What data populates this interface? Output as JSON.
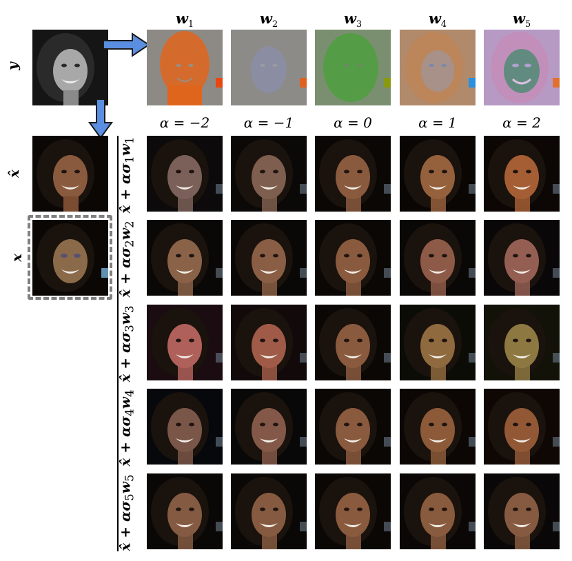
{
  "input": {
    "label": "y"
  },
  "mean": {
    "label": "x̂"
  },
  "truth": {
    "label": "x"
  },
  "direction_headers": [
    "w",
    "w",
    "w",
    "w",
    "w"
  ],
  "direction_subscripts": [
    "1",
    "2",
    "3",
    "4",
    "5"
  ],
  "alpha_labels": [
    "α = −2",
    "α = −1",
    "α = 0",
    "α = 1",
    "α = 2"
  ],
  "row_labels": [
    {
      "base": "x̂ + ασ",
      "sub1": "1",
      "w": "w",
      "sub2": "1"
    },
    {
      "base": "x̂ + ασ",
      "sub1": "2",
      "w": "w",
      "sub2": "2"
    },
    {
      "base": "x̂ + ασ",
      "sub1": "3",
      "w": "w",
      "sub2": "3"
    },
    {
      "base": "x̂ + ασ",
      "sub1": "4",
      "w": "w",
      "sub2": "4"
    },
    {
      "base": "x̂ + ασ",
      "sub1": "5",
      "w": "w",
      "sub2": "5"
    }
  ],
  "colors": {
    "w1_tint": "#e06a20",
    "w2_tint": "#8a8fa8",
    "w3_tint": "#56a040",
    "w4_tint": "#c48a5a",
    "w5_tint": "#b98fb8",
    "skin_base": "#8a5a3e",
    "background": "#0a0705"
  }
}
